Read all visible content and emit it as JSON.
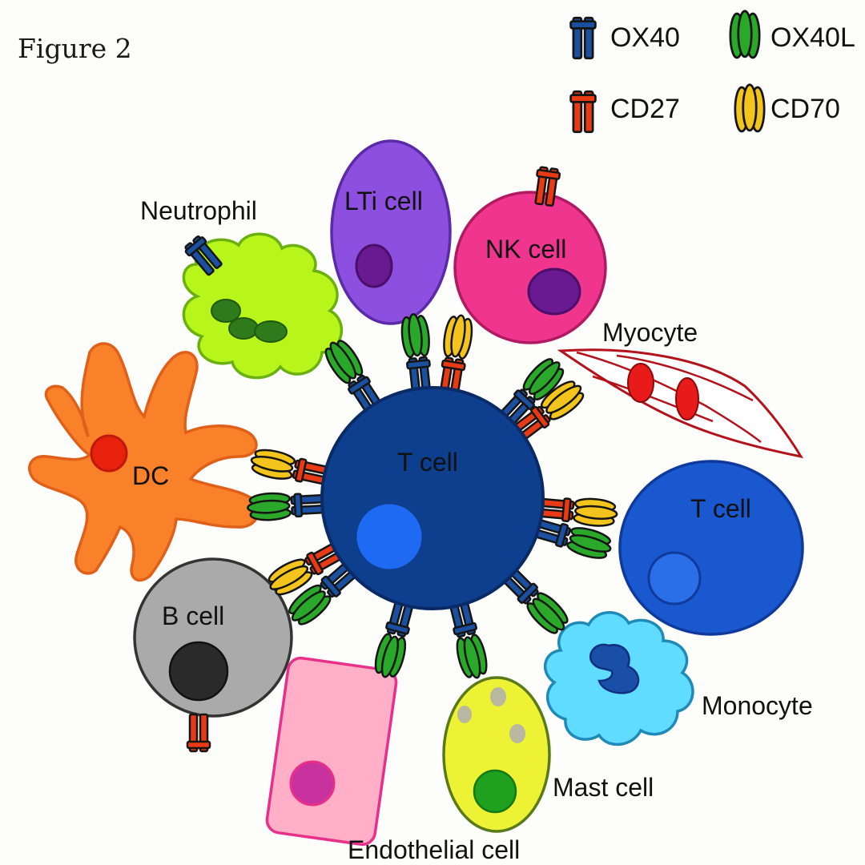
{
  "figure_label": "Figure 2",
  "legend": {
    "ox40": "OX40",
    "ox40l": "OX40L",
    "cd27": "CD27",
    "cd70": "CD70"
  },
  "colors": {
    "ox40": "#1b4fa0",
    "ox40l": "#2aa82a",
    "cd27": "#e83a14",
    "cd70": "#f2c41c",
    "outline": "#151515"
  },
  "cells": {
    "center": "T cell",
    "lti": "LTi cell",
    "nk": "NK cell",
    "neutrophil": "Neutrophil",
    "myocyte": "Myocyte",
    "dc": "DC",
    "t_cell_right": "T cell",
    "b_cell": "B cell",
    "monocyte": "Monocyte",
    "mast": "Mast cell",
    "endothelial": "Endothelial cell"
  },
  "interactions": [
    {
      "cell": "LTi cell",
      "receptor": "OX40",
      "ligand": "OX40L"
    },
    {
      "cell": "NK cell",
      "receptor": "CD27",
      "ligand": "CD70"
    },
    {
      "cell": "Neutrophil",
      "receptor": "OX40",
      "ligand": "OX40L"
    },
    {
      "cell": "Myocyte",
      "receptor": "OX40",
      "ligand": "OX40L"
    },
    {
      "cell": "Myocyte",
      "receptor": "CD27",
      "ligand": "CD70"
    },
    {
      "cell": "DC",
      "receptor": "CD27",
      "ligand": "CD70"
    },
    {
      "cell": "DC",
      "receptor": "OX40",
      "ligand": "OX40L"
    },
    {
      "cell": "T cell",
      "receptor": "CD27",
      "ligand": "CD70"
    },
    {
      "cell": "T cell",
      "receptor": "OX40",
      "ligand": "OX40L"
    },
    {
      "cell": "B cell",
      "receptor": "OX40",
      "ligand": "OX40L"
    },
    {
      "cell": "B cell",
      "receptor": "CD27",
      "ligand": "CD70"
    },
    {
      "cell": "Monocyte",
      "receptor": "OX40",
      "ligand": "OX40L"
    },
    {
      "cell": "Mast cell",
      "receptor": "OX40",
      "ligand": "OX40L"
    },
    {
      "cell": "Endothelial cell",
      "receptor": "OX40",
      "ligand": "OX40L"
    }
  ],
  "free_receptors": [
    {
      "cell": "Neutrophil",
      "receptor": "OX40"
    },
    {
      "cell": "NK cell",
      "receptor": "CD27"
    },
    {
      "cell": "B cell",
      "receptor": "CD27"
    }
  ]
}
